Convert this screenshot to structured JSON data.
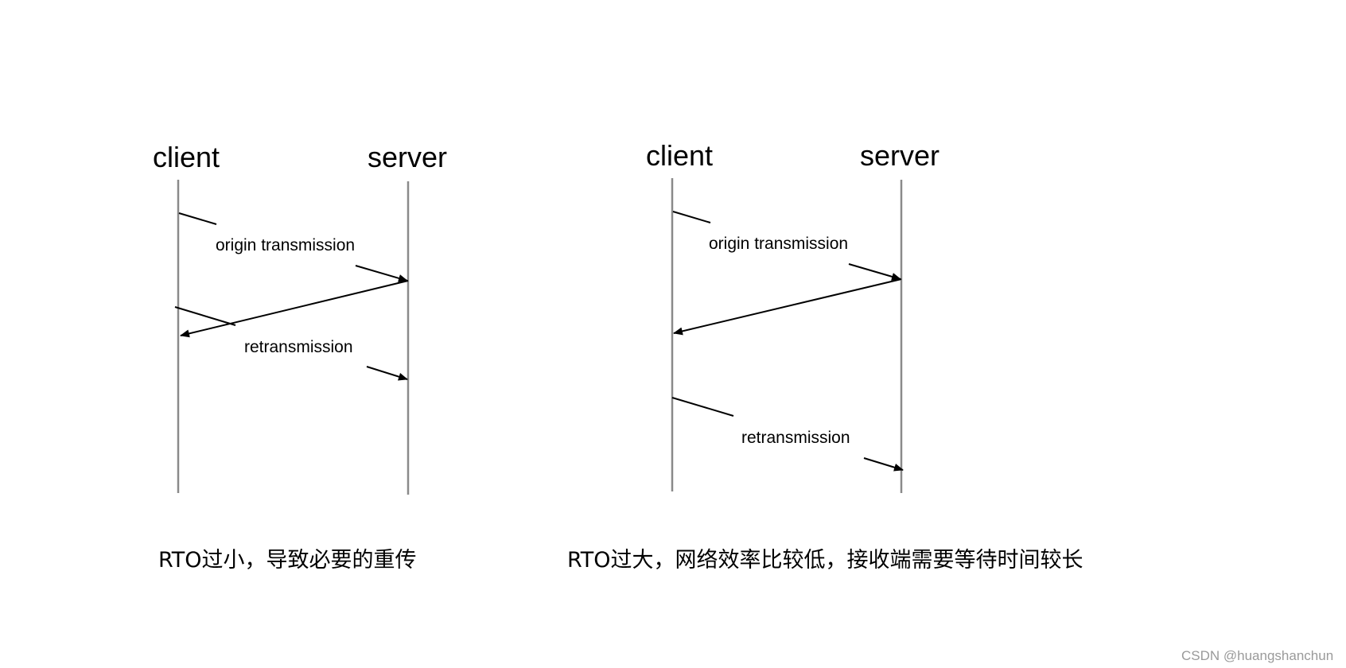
{
  "colors": {
    "lifeline": "#8a8a8a",
    "arrow": "#000000",
    "watermark": "#9a9a9a"
  },
  "diagrams": [
    {
      "client_label": "client",
      "server_label": "server",
      "origin_label": "origin transmission",
      "retrans_label": "retransmission",
      "caption": "RTO过小，导致必要的重传"
    },
    {
      "client_label": "client",
      "server_label": "server",
      "origin_label": "origin transmission",
      "retrans_label": "retransmission",
      "caption": "RTO过大，网络效率比较低，接收端需要等待时间较长"
    }
  ],
  "watermark": "CSDN @huangshanchun"
}
